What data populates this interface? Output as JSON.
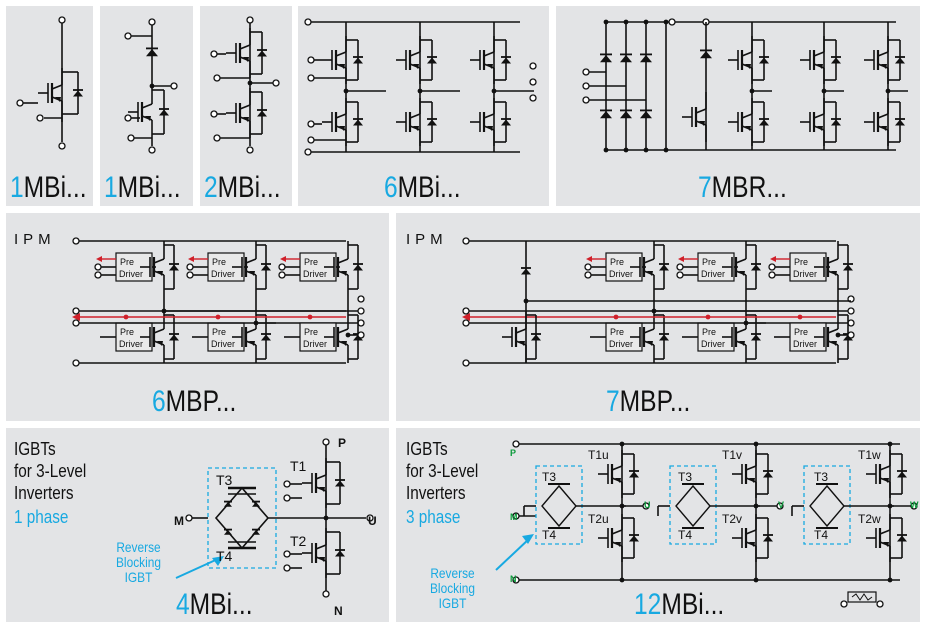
{
  "panels": {
    "p1": {
      "prefix": "1",
      "suffix": "MBi..."
    },
    "p2": {
      "prefix": "1",
      "suffix": "MBi..."
    },
    "p3": {
      "prefix": "2",
      "suffix": "MBi..."
    },
    "p4": {
      "prefix": "6",
      "suffix": "MBi..."
    },
    "p5": {
      "prefix": "7",
      "suffix": "MBR..."
    },
    "p6": {
      "tag": "IPM",
      "prefix": "6",
      "suffix": "MBP...",
      "driver": "Pre Driver"
    },
    "p7": {
      "tag": "IPM",
      "prefix": "7",
      "suffix": "MBP...",
      "driver": "Pre Driver"
    },
    "p8": {
      "title_lines": [
        "IGBTs",
        "for 3-Level",
        "Inverters"
      ],
      "phase": "1 phase",
      "reverse_blocking": [
        "Reverse",
        "Blocking",
        "IGBT"
      ],
      "prefix": "4",
      "suffix": "MBi...",
      "nodes": {
        "p": "P",
        "n": "N",
        "m": "M",
        "u": "U",
        "t1": "T1",
        "t2": "T2",
        "t3": "T3",
        "t4": "T4"
      }
    },
    "p9": {
      "title_lines": [
        "IGBTs",
        "for 3-Level",
        "Inverters"
      ],
      "phase": "3 phase",
      "reverse_blocking": [
        "Reverse",
        "Blocking",
        "IGBT"
      ],
      "prefix": "12",
      "suffix": "MBi...",
      "nodes": {
        "p": "P",
        "n": "N",
        "m": "M",
        "u": "U",
        "v": "V",
        "w": "W",
        "t1u": "T1u",
        "t2u": "T2u",
        "t1v": "T1v",
        "t2v": "T2v",
        "t1w": "T1w",
        "t2w": "T2w",
        "t3": "T3",
        "t4": "T4"
      }
    }
  },
  "colors": {
    "panel_bg": "#e3e4e6",
    "accent": "#18a9e1",
    "red": "#d0202a",
    "green": "#0a9a3a"
  }
}
